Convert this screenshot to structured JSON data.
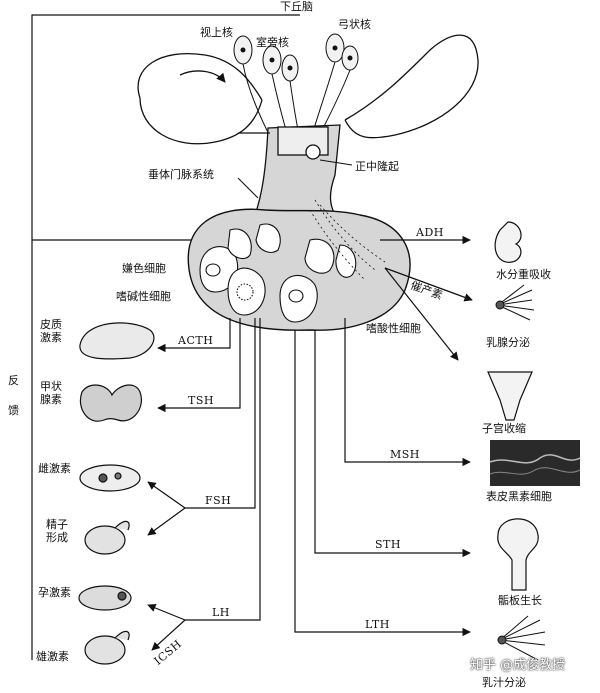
{
  "colors": {
    "ink": "#111111",
    "gland_fill": "#d6d6d6",
    "background": "#ffffff"
  },
  "labels": {
    "hypothalamus": "下丘脑",
    "supraoptic": "视上核",
    "paraventricular": "室旁核",
    "arcuate": "弓状核",
    "median_eminence": "正中隆起",
    "portal_system": "垂体门脉系统",
    "chromophobe": "嫌色细胞",
    "basophil": "嗜碱性细胞",
    "acidophil": "嗜酸性细胞",
    "feedback": "反馈"
  },
  "hormones": {
    "adh": "ADH",
    "oxytocin": "催产素",
    "acth": "ACTH",
    "tsh": "TSH",
    "fsh": "FSH",
    "lh": "LH",
    "icsh": "ICSH",
    "msh": "MSH",
    "sth": "STH",
    "lth": "LTH"
  },
  "targets": {
    "water_reabsorption": "水分重吸收",
    "milk_secretion": "乳腺分泌",
    "uterine_contraction": "子宫收缩",
    "melanocyte": "表皮黑素细胞",
    "epiphyseal_growth": "骺板生长",
    "lactation": "乳汁分泌",
    "adrenal_cortex_hormone": "皮质激素",
    "thyroid_hormone": "甲状腺素",
    "estrogen": "雌激素",
    "spermatogenesis": "精子形成",
    "progesterone": "孕激素",
    "androgen": "雄激素"
  },
  "watermark": "知乎 @成俊教授"
}
